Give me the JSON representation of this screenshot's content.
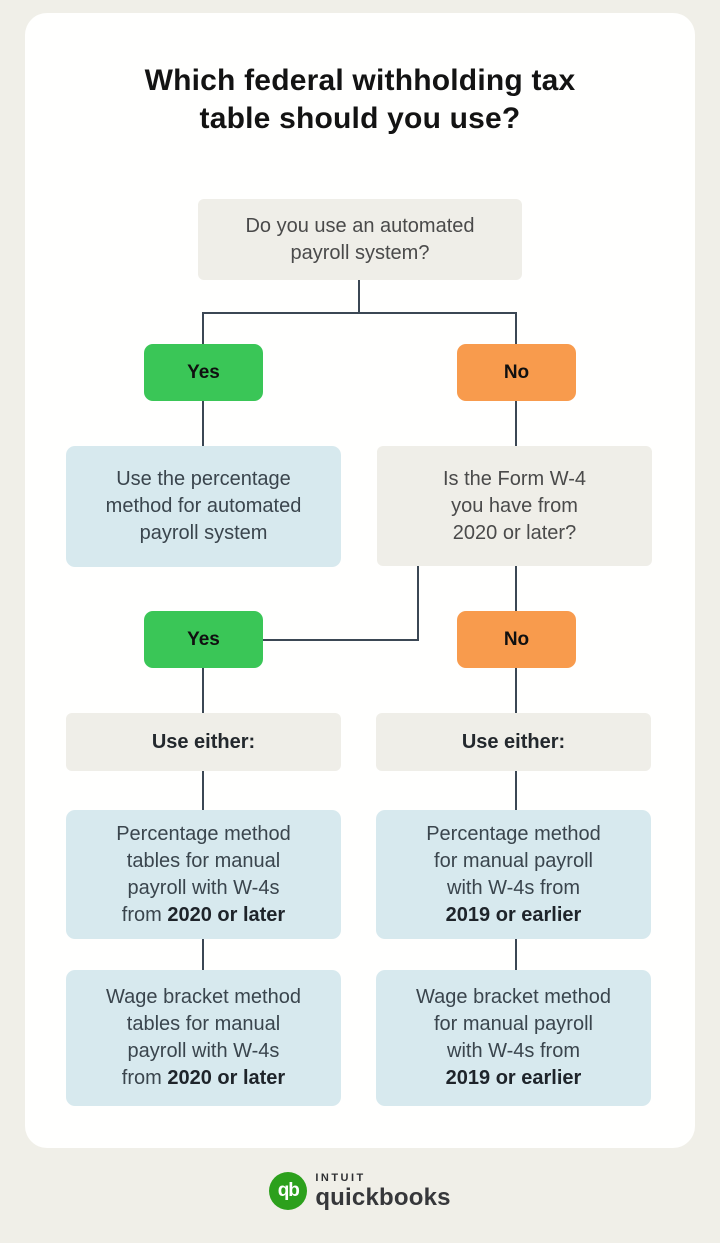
{
  "title": "Which federal withholding tax\ntable should you use?",
  "colors": {
    "background": "#f0efe8",
    "card": "#fffffe",
    "gray_box": "#efeee8",
    "blue_box": "#d7e9ee",
    "yes_green": "#3ac657",
    "no_orange": "#f89b4d",
    "connector_line": "#3b4754",
    "logo_green": "#2ca01c"
  },
  "flow": {
    "question1": {
      "text": "Do you use an automated\npayroll system?"
    },
    "branch1": {
      "yes_label": "Yes",
      "no_label": "No"
    },
    "automated_result": {
      "text": "Use the percentage\nmethod for automated\npayroll system"
    },
    "question2": {
      "text": "Is the Form W-4\nyou have from\n2020 or later?"
    },
    "branch2": {
      "yes_label": "Yes",
      "no_label": "No"
    },
    "use_either_left": {
      "text": "Use either:"
    },
    "use_either_right": {
      "text": "Use either:"
    },
    "left_results": [
      {
        "text": "Percentage method\ntables for manual\npayroll with W-4s\nfrom ",
        "bold": "2020 or later"
      },
      {
        "text": "Wage bracket method\ntables for manual\npayroll with W-4s\nfrom ",
        "bold": "2020 or later"
      }
    ],
    "right_results": [
      {
        "text": "Percentage method\nfor manual payroll\nwith W-4s from\n",
        "bold": "2019 or earlier"
      },
      {
        "text": "Wage bracket method\nfor manual payroll\nwith W-4s from\n",
        "bold": "2019 or earlier"
      }
    ]
  },
  "footer": {
    "brand_icon": "qb",
    "brand_top": "intuit",
    "brand_bottom": "quickbooks"
  }
}
